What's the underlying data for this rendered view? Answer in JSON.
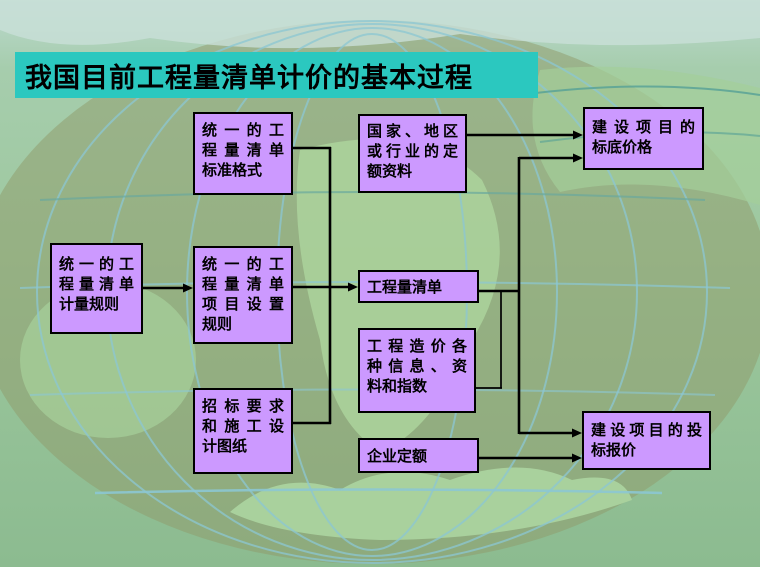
{
  "slide": {
    "title": "我国目前工程量清单计价的基本过程"
  },
  "colors": {
    "title_bg": "#2BC8BF",
    "box_fill": "#CC99FF",
    "box_border": "#000000",
    "connector": "#000000",
    "background_green": "#9CC79B",
    "globe_olive": "#8F9B6C",
    "graticule_blue": "#8CC7D3"
  },
  "boxes": [
    {
      "id": "unified-measurement-rules",
      "lines": [
        "统一的工",
        "程量清单",
        "计量规则"
      ]
    },
    {
      "id": "unified-list-standard-format",
      "lines": [
        "统一的工",
        "程量清单",
        "标准格式"
      ]
    },
    {
      "id": "unified-list-item-setup-rules",
      "lines": [
        "统一的工",
        "程量清单",
        "项目设置",
        "规则"
      ]
    },
    {
      "id": "bidding-requirements-design-drawings",
      "lines": [
        "招标要求",
        "和施工设",
        "计图纸"
      ]
    },
    {
      "id": "national-regional-industry-quota",
      "lines": [
        "国家、地区",
        "或行业的定",
        "额资料"
      ]
    },
    {
      "id": "bill-of-quantities",
      "lines": [
        "工程量清单"
      ]
    },
    {
      "id": "cost-info-data-indices",
      "lines": [
        "工程造价各",
        "种信息、资",
        "料和指数"
      ]
    },
    {
      "id": "enterprise-quota",
      "lines": [
        "企业定额"
      ]
    },
    {
      "id": "project-base-price",
      "lines": [
        "建设项目的",
        "标底价格"
      ]
    },
    {
      "id": "project-bid-price",
      "lines": [
        "建设项目的投",
        "标报价"
      ]
    }
  ],
  "edges": [
    {
      "from": "unified-measurement-rules",
      "to": "unified-list-item-setup-rules",
      "arrow": true
    },
    {
      "from": "unified-list-standard-format",
      "to": "bill-of-quantities",
      "arrow": false
    },
    {
      "from": "unified-list-item-setup-rules",
      "to": "bill-of-quantities",
      "arrow": true
    },
    {
      "from": "bidding-requirements-design-drawings",
      "to": "bill-of-quantities",
      "arrow": false
    },
    {
      "from": "national-regional-industry-quota",
      "to": "project-base-price",
      "arrow": true
    },
    {
      "from": "bill-of-quantities",
      "to": "project-base-price",
      "arrow": true
    },
    {
      "from": "bill-of-quantities",
      "to": "project-bid-price",
      "arrow": true
    },
    {
      "from": "cost-info-data-indices",
      "to": "bill-of-quantities",
      "arrow": false
    },
    {
      "from": "enterprise-quota",
      "to": "project-bid-price",
      "arrow": true
    }
  ]
}
